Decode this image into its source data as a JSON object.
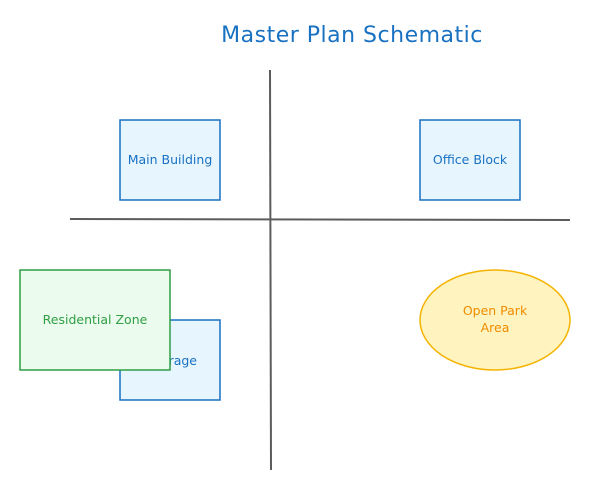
{
  "diagram": {
    "title": "Master Plan Schematic",
    "colors": {
      "title": "#1971c2",
      "axis": "#5c5c5c",
      "building_stroke": "#1971c2",
      "building_fill": "#e7f5ff",
      "residential_stroke": "#2f9e44",
      "residential_fill": "#ebfbee",
      "park_stroke": "#f5b301",
      "park_fill": "#fff3bf",
      "park_text": "#f08c00"
    },
    "nodes": {
      "main_building": {
        "label": "Main Building"
      },
      "office_block": {
        "label": "Office Block"
      },
      "garage": {
        "label": "Garage",
        "visible_label": "rage"
      },
      "residential_zone": {
        "label": "Residential Zone"
      },
      "open_park": {
        "label_line1": "Open Park",
        "label_line2": "Area"
      }
    }
  }
}
